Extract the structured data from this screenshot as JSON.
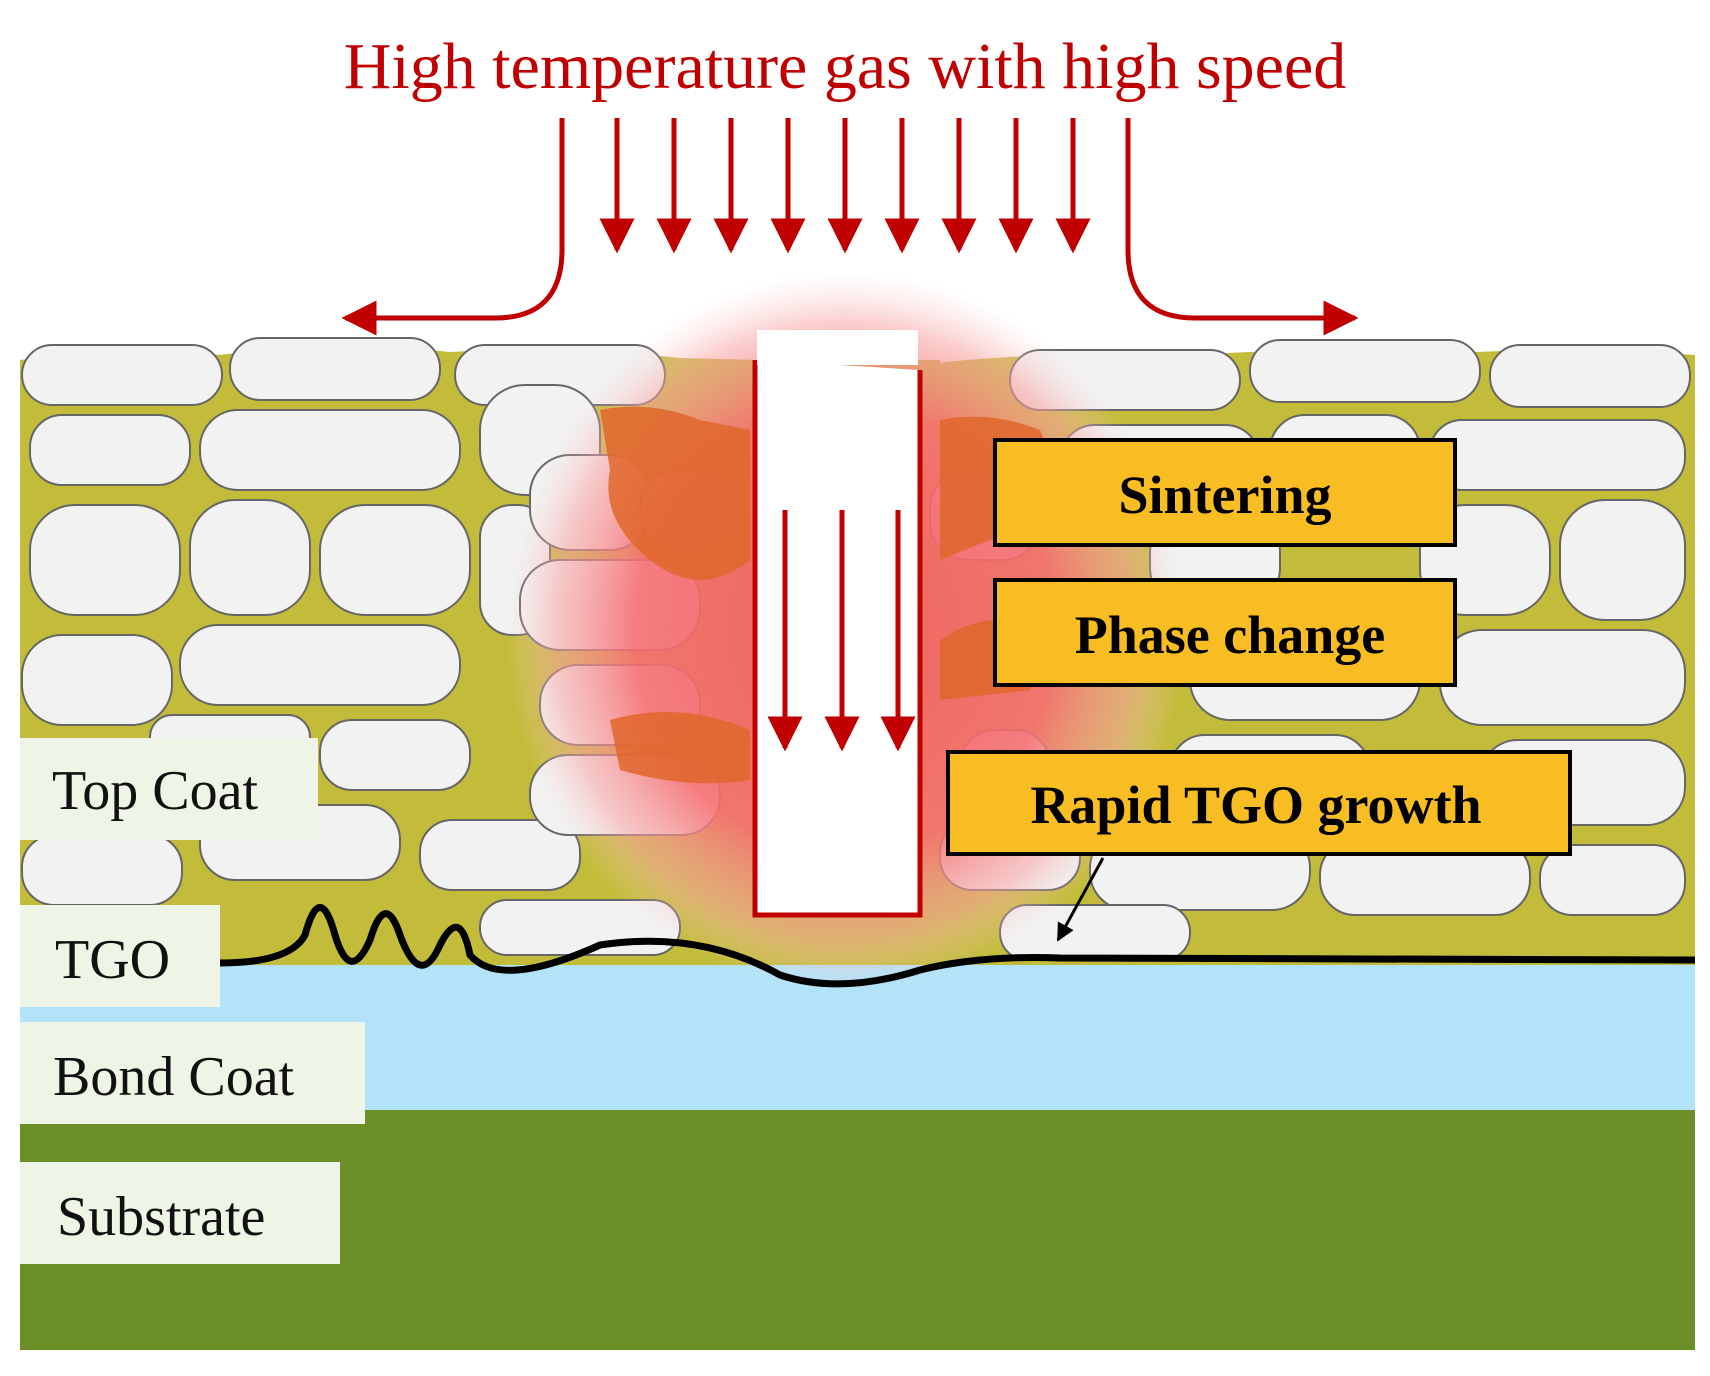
{
  "title": "High temperature gas with high speed",
  "layers": {
    "top_coat": "Top Coat",
    "tgo": "TGO",
    "bond_coat": "Bond Coat",
    "substrate": "Substrate"
  },
  "callouts": {
    "sintering": "Sintering",
    "phase_change": "Phase change",
    "rapid_tgo_growth": "Rapid TGO growth"
  },
  "colors": {
    "gas_arrow": "#c00000",
    "top_coat_matrix": "#c3bb3a",
    "splat": "#f2f2f2",
    "bond_coat": "#b3e3f8",
    "substrate": "#6b8e27",
    "hot_zone": "#f36a6a",
    "sintered_region": "#e0662a",
    "callout_box": "#f8bd22",
    "label_box": "#eef5e6"
  }
}
